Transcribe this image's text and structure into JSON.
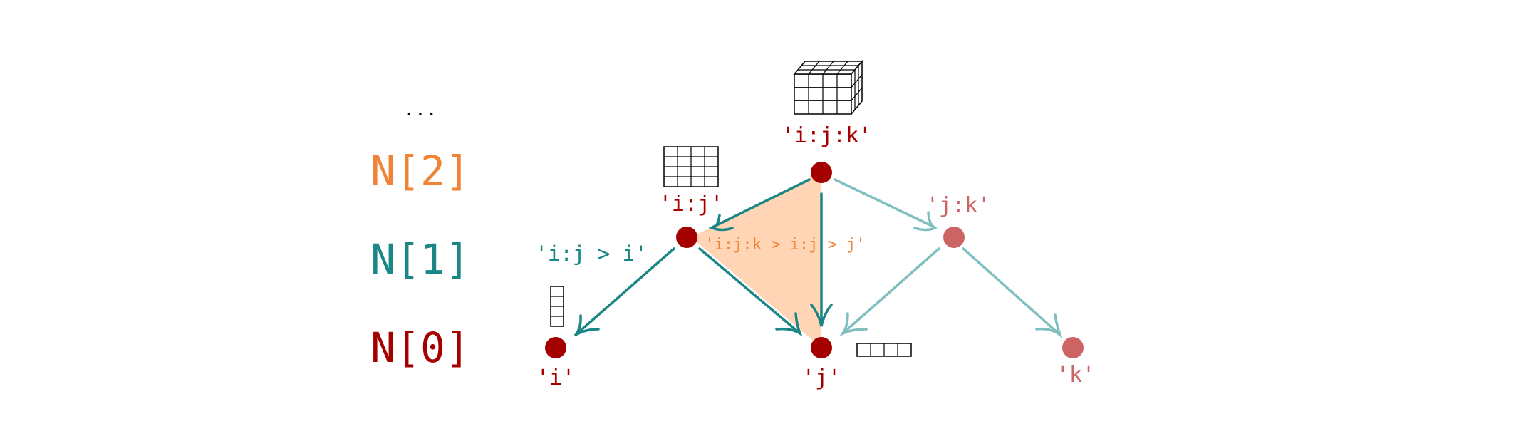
{
  "colors": {
    "dark_red": "#a50000",
    "light_red": "#cd6464",
    "teal": "#1a8686",
    "light_teal": "#7fbfbf",
    "orange": "#f08436",
    "peach": "#ffd5b5",
    "black": "#000000"
  },
  "levels": {
    "ellipsis": "...",
    "n2": "N[2]",
    "n1": "N[1]",
    "n0": "N[0]"
  },
  "nodes": {
    "ijk": "'i:j:k'",
    "ij": "'i:j'",
    "jk": "'j:k'",
    "i": "'i'",
    "j": "'j'",
    "k": "'k'"
  },
  "edge_labels": {
    "ij_to_i": "'i:j > i'",
    "face": "'i:j:k > i:j > j'"
  },
  "icons": {
    "cube": "3d-tensor-icon",
    "matrix": "matrix-icon",
    "column": "column-vector-icon",
    "row": "row-vector-icon"
  }
}
